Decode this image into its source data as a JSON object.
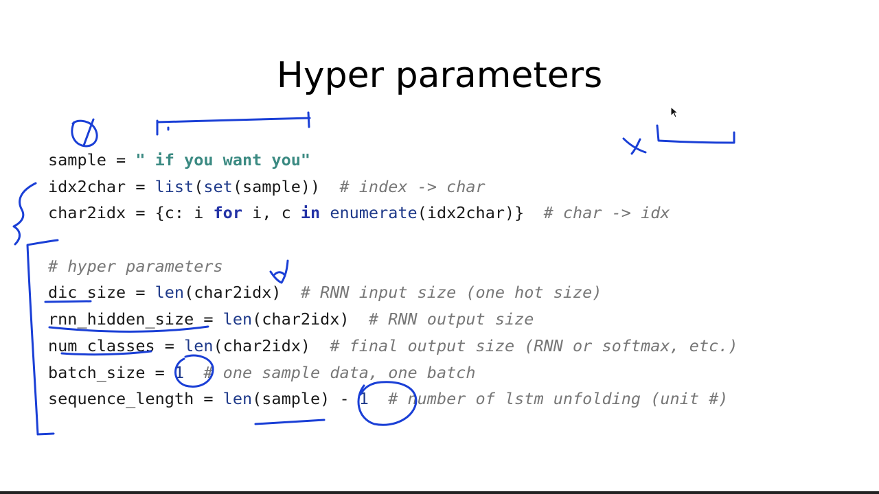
{
  "slide": {
    "title": "Hyper parameters",
    "code_lines": [
      {
        "tokens": [
          [
            "plain",
            "sample = "
          ],
          [
            "str",
            "\" if you want you\""
          ]
        ]
      },
      {
        "tokens": [
          [
            "plain",
            "idx2char = "
          ],
          [
            "fn",
            "list"
          ],
          [
            "plain",
            "("
          ],
          [
            "fn",
            "set"
          ],
          [
            "plain",
            "(sample))  "
          ],
          [
            "cmt",
            "# index -> char"
          ]
        ]
      },
      {
        "tokens": [
          [
            "plain",
            "char2idx = {c: i "
          ],
          [
            "kw",
            "for"
          ],
          [
            "plain",
            " i, c "
          ],
          [
            "kw",
            "in"
          ],
          [
            "plain",
            " "
          ],
          [
            "fn",
            "enumerate"
          ],
          [
            "plain",
            "(idx2char)}  "
          ],
          [
            "cmt",
            "# char -> idx"
          ]
        ]
      },
      {
        "tokens": [
          [
            "plain",
            ""
          ]
        ]
      },
      {
        "tokens": [
          [
            "cmt",
            "# hyper parameters"
          ]
        ]
      },
      {
        "tokens": [
          [
            "plain",
            "dic_size = "
          ],
          [
            "fn",
            "len"
          ],
          [
            "plain",
            "(char2idx)  "
          ],
          [
            "cmt",
            "# RNN input size (one hot size)"
          ]
        ]
      },
      {
        "tokens": [
          [
            "plain",
            "rnn_hidden_size = "
          ],
          [
            "fn",
            "len"
          ],
          [
            "plain",
            "(char2idx)  "
          ],
          [
            "cmt",
            "# RNN output size"
          ]
        ]
      },
      {
        "tokens": [
          [
            "plain",
            "num_classes = "
          ],
          [
            "fn",
            "len"
          ],
          [
            "plain",
            "(char2idx)  "
          ],
          [
            "cmt",
            "# final output size (RNN or softmax, etc.)"
          ]
        ]
      },
      {
        "tokens": [
          [
            "plain",
            "batch_size = "
          ],
          [
            "num",
            "1"
          ],
          [
            "plain",
            "  "
          ],
          [
            "cmt",
            "# one sample data, one batch"
          ]
        ]
      },
      {
        "tokens": [
          [
            "plain",
            "sequence_length = "
          ],
          [
            "fn",
            "len"
          ],
          [
            "plain",
            "(sample) - "
          ],
          [
            "num",
            "1"
          ],
          [
            "plain",
            "  "
          ],
          [
            "cmt",
            "# number of lstm unfolding (unit #)"
          ]
        ]
      }
    ]
  },
  "colors": {
    "ink": "#1a3fd6",
    "string": "#3b8a82",
    "keyword": "#2433a6",
    "comment": "#777777"
  },
  "icons": {
    "cursor": "mouse-pointer-icon"
  }
}
